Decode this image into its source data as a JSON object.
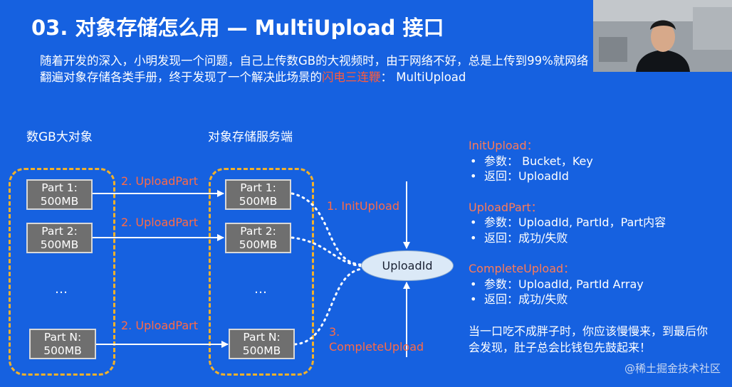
{
  "slide": {
    "title": "03. 对象存储怎么用 — MultiUpload 接口",
    "intro_line1": "随着开发的深入，小明发现一个问题，自己上传数GB的大视频时，由于网络不好，总是上传到99%就网络",
    "intro_line2_prefix": "翻遍对象存储各类手册，终于发现了一个解决此场景的",
    "intro_line2_highlight": "闪电三连鞭",
    "intro_line2_suffix": "： MultiUpload",
    "highlight_color": "#ff5b3a"
  },
  "diagram": {
    "left_title": "数GB大对象",
    "right_title": "对象存储服务端",
    "left_parts": [
      {
        "name": "Part 1:",
        "size": "500MB"
      },
      {
        "name": "Part 2:",
        "size": "500MB"
      },
      {
        "name": "Part N:",
        "size": "500MB"
      }
    ],
    "right_parts": [
      {
        "name": "Part 1:",
        "size": "500MB"
      },
      {
        "name": "Part 2:",
        "size": "500MB"
      },
      {
        "name": "Part N:",
        "size": "500MB"
      }
    ],
    "ellipsis": "…",
    "upload_part_label": "2. UploadPart",
    "init_upload_label": "1. InitUpload",
    "complete_upload_label_line1": "3.",
    "complete_upload_label_line2": "CompleteUpload",
    "upload_id": "UploadId",
    "colors": {
      "background": "#1661e0",
      "dashed_group": "#f2b12a",
      "part_box": "#6f6f6f",
      "label": "#ff6a45"
    }
  },
  "panel": {
    "sections": [
      {
        "title": "InitUpload：",
        "items": [
          "参数：  Bucket，Key",
          "返回：UploadId"
        ]
      },
      {
        "title": "UploadPart：",
        "items": [
          "参数：UploadId, PartId，Part内容",
          "返回：成功/失败"
        ]
      },
      {
        "title": "CompleteUpload：",
        "items": [
          "参数：UploadId, PartId Array",
          "返回：成功/失败"
        ]
      }
    ],
    "bullet": "•",
    "note_line1": "当一口吃不成胖子时，你应该慢慢来，到最后你",
    "note_line2": "会发现，肚子总会比钱包先鼓起来！"
  },
  "watermark": "@稀土掘金技术社区"
}
